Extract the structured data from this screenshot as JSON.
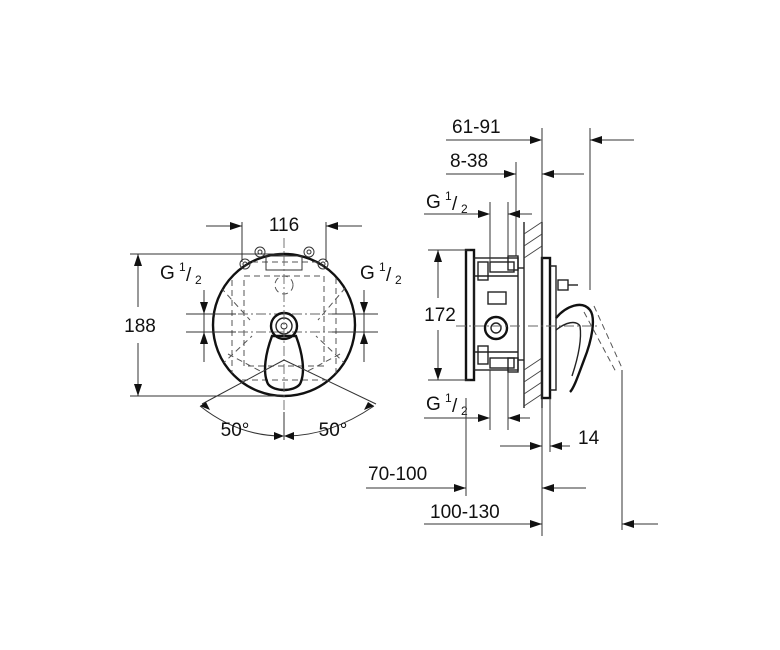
{
  "front_view": {
    "width_label": "116",
    "height_label": "188",
    "thread_left": {
      "base": "G",
      "num": "1",
      "den": "2"
    },
    "thread_right": {
      "base": "G",
      "num": "1",
      "den": "2"
    },
    "angle_left": "50°",
    "angle_right": "50°"
  },
  "side_view": {
    "dim_61_91": "61-91",
    "dim_8_38": "8-38",
    "thread_top": {
      "base": "G",
      "num": "1",
      "den": "2"
    },
    "height_label": "172",
    "thread_bottom": {
      "base": "G",
      "num": "1",
      "den": "2"
    },
    "dim_14": "14",
    "dim_70_100": "70-100",
    "dim_100_130": "100-130"
  }
}
